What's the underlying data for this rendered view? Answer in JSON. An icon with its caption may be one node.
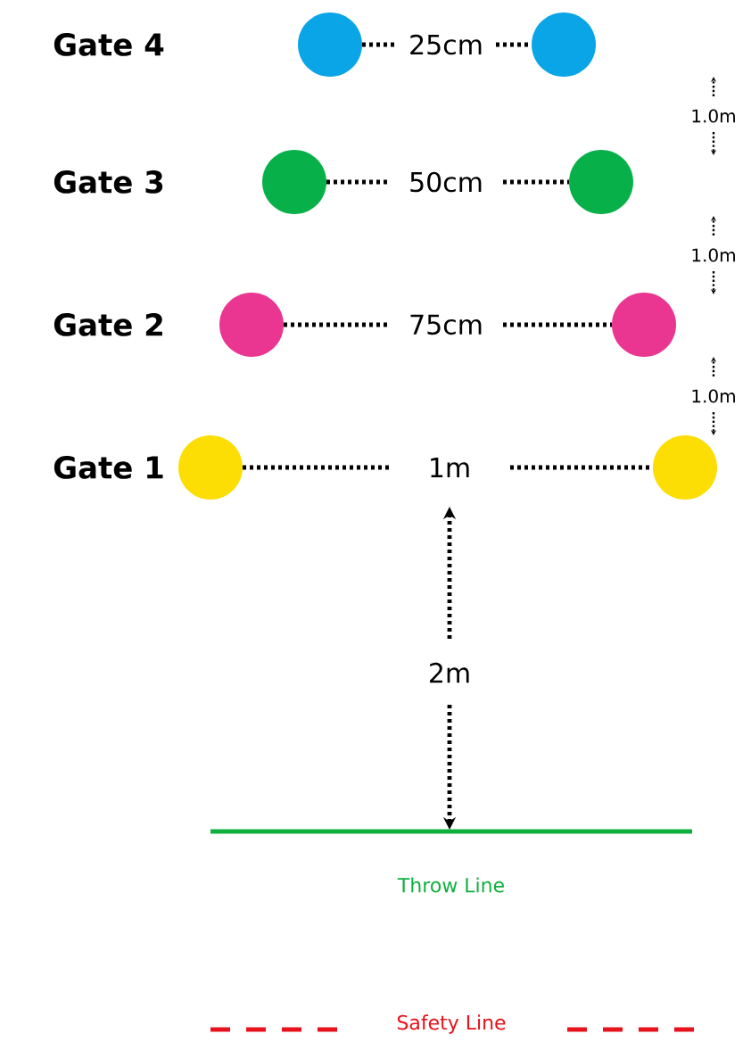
{
  "diagram": {
    "labels": [
      "Gate 4",
      "25cm",
      "1.0m",
      "Gate 3",
      "50cm",
      "1.0m",
      "Gate 2",
      "75cm",
      "1.0m",
      "Gate 1",
      "1m",
      "2m",
      "Throw Line",
      "Safety Line"
    ]
  }
}
